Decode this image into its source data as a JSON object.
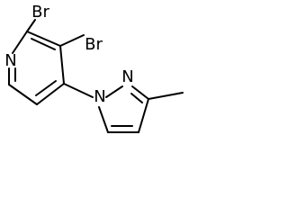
{
  "molecule": {
    "atoms": {
      "br_top": "Br",
      "br_right": "Br",
      "n_pyridine": "N",
      "n_pyrazole_1": "N",
      "n_pyrazole_2": "N"
    }
  },
  "colors": {
    "bond": "#000000",
    "text": "#000000",
    "background": "#ffffff"
  }
}
